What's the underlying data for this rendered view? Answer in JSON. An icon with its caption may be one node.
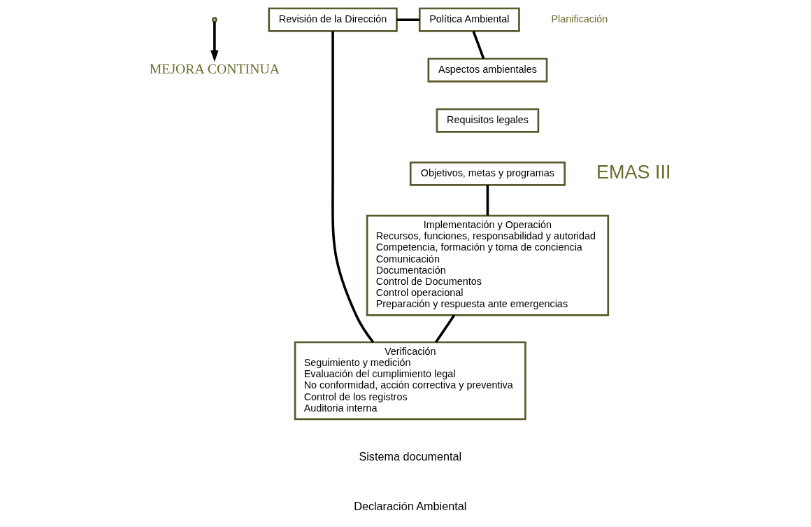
{
  "diagram": {
    "nodes": [
      {
        "text": [
          "MEJORA CONTINUA"
        ]
      },
      {
        "text": [
          "Política Ambiental"
        ]
      },
      {
        "text": [
          "Revisión de la Dirección"
        ]
      },
      {
        "text": [
          "Aspectos ambientales"
        ]
      },
      {
        "text": [
          "Requisitos legales"
        ]
      },
      {
        "text": [
          "Objetivos, metas y programas"
        ]
      },
      {
        "text": [
          "Verificación",
          "Seguimiento y medición",
          "Evaluación del cumplimiento legal",
          "No conformidad, acción correctiva y preventiva",
          "Control de los registros",
          "Auditoria interna"
        ]
      },
      {
        "text": [
          "Implementación y Operación",
          "Recursos, funciones, responsabilidad y autoridad",
          "Competencia, formación y toma de conciencia",
          "Comunicación",
          "Documentación",
          "Control de Documentos",
          "Control operacional",
          "Preparación y respuesta ante emergencias"
        ]
      }
    ],
    "edges": [
      {
        "from": 1,
        "to": 3,
        "arrow": "none"
      },
      {
        "from": 5,
        "to": 7,
        "arrow": "none"
      },
      {
        "from": 7,
        "to": 6,
        "arrow": "none"
      },
      {
        "from": 6,
        "to": 2,
        "arrow": "none"
      },
      {
        "from": 2,
        "to": 1,
        "arrow": "none"
      },
      {
        "from": null,
        "to": 0,
        "arrow": "to"
      }
    ],
    "labels": [
      "Planificación",
      "EMAS III",
      "Sistema documental",
      "Declaración Ambiental"
    ]
  }
}
